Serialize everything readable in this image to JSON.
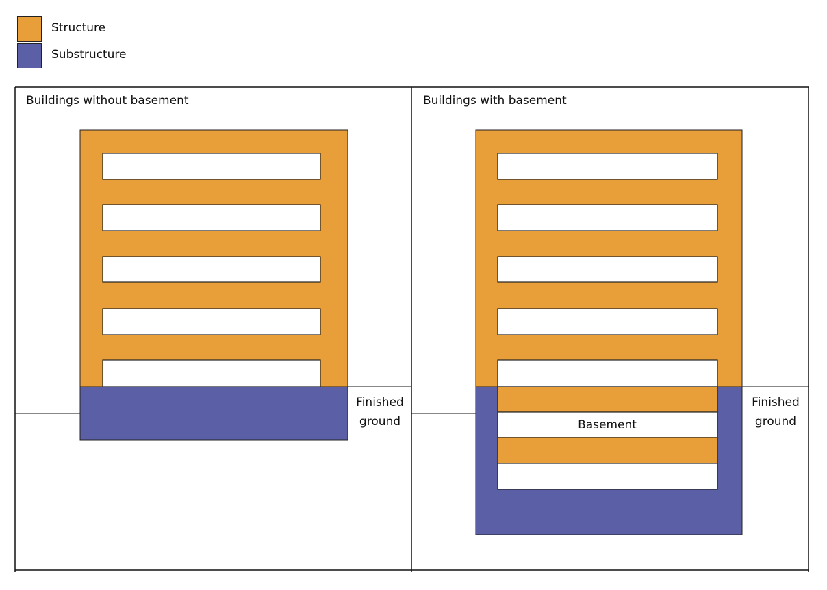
{
  "legend": {
    "structure": {
      "label": "Structure",
      "color": "#E89F3A"
    },
    "substructure": {
      "label": "Substructure",
      "color": "#5A5FA6"
    }
  },
  "panels": {
    "left": {
      "title": "Buildings without basement",
      "ground_label_line1": "Finished",
      "ground_label_line2": "ground"
    },
    "right": {
      "title": "Buildings with basement",
      "ground_label_line1": "Finished",
      "ground_label_line2": "ground",
      "basement_label": "Basement"
    }
  }
}
